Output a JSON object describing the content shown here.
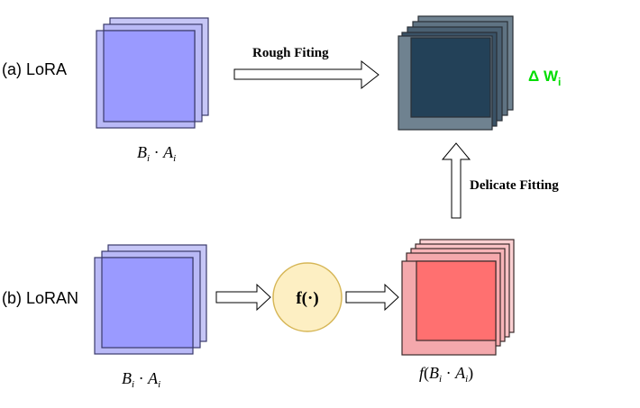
{
  "rows": {
    "lora": {
      "label": "(a) LoRA"
    },
    "loran": {
      "label": "(b) LoRAN"
    }
  },
  "formulas": {
    "lora_product": {
      "B": "B",
      "i1": "i",
      "dot": " · ",
      "A": "A",
      "i2": "i"
    },
    "loran_product": {
      "B": "B",
      "i1": "i",
      "dot": " · ",
      "A": "A",
      "i2": "i"
    },
    "transformed": {
      "f": "f",
      "open": "(",
      "B": "B",
      "i1": "i",
      "dot": " · ",
      "A": "A",
      "i2": "i",
      "close": ")"
    }
  },
  "arrows": {
    "rough": {
      "label": "Rough Fiting"
    },
    "delicate": {
      "label": "Delicate Fitting"
    }
  },
  "function_node": {
    "label": "f(·)"
  },
  "delta": {
    "symbol": "Δ W",
    "subscript": "i"
  },
  "colors": {
    "lora_fill": "#9a9aff",
    "lora_back_fill": "#c6c6f6",
    "lora_stroke": "#3a3a6a",
    "delta_fill": "#6f8290",
    "delta_front_fill": "#234158",
    "delta_stroke": "#2a2f36",
    "loran_fill": "#f4a8ac",
    "loran_front_fill": "#ff7070",
    "loran_stroke": "#3a2a2a",
    "node_fill": "#fdefc3",
    "node_stroke": "#d6b656",
    "delta_text": "#00dd00"
  }
}
